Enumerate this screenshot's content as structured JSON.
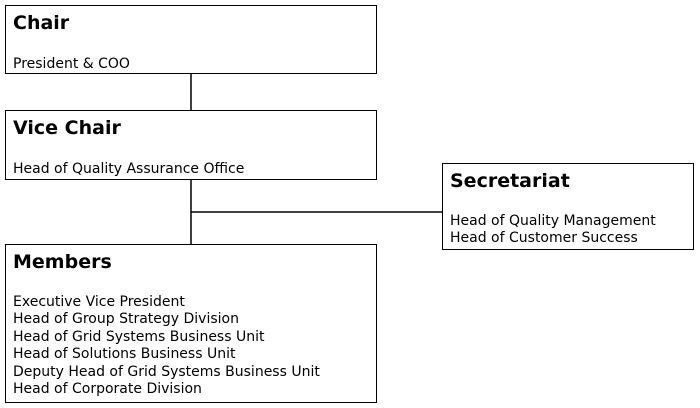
{
  "chair": {
    "title": "Chair",
    "lines": [
      "President & COO"
    ]
  },
  "vice_chair": {
    "title": "Vice Chair",
    "lines": [
      "Head of Quality Assurance Office"
    ]
  },
  "secretariat": {
    "title": "Secretariat",
    "lines": [
      "Head of Quality Management",
      "Head of Customer Success"
    ]
  },
  "members": {
    "title": "Members",
    "lines": [
      "Executive Vice President",
      "Head of Group Strategy Division",
      "Head of Grid Systems Business Unit",
      "Head of Solutions Business Unit",
      "Deputy Head of Grid Systems Business Unit",
      "Head of Corporate Division"
    ]
  },
  "colors": {
    "border": "#000000",
    "background": "#ffffff",
    "text": "#000000"
  }
}
